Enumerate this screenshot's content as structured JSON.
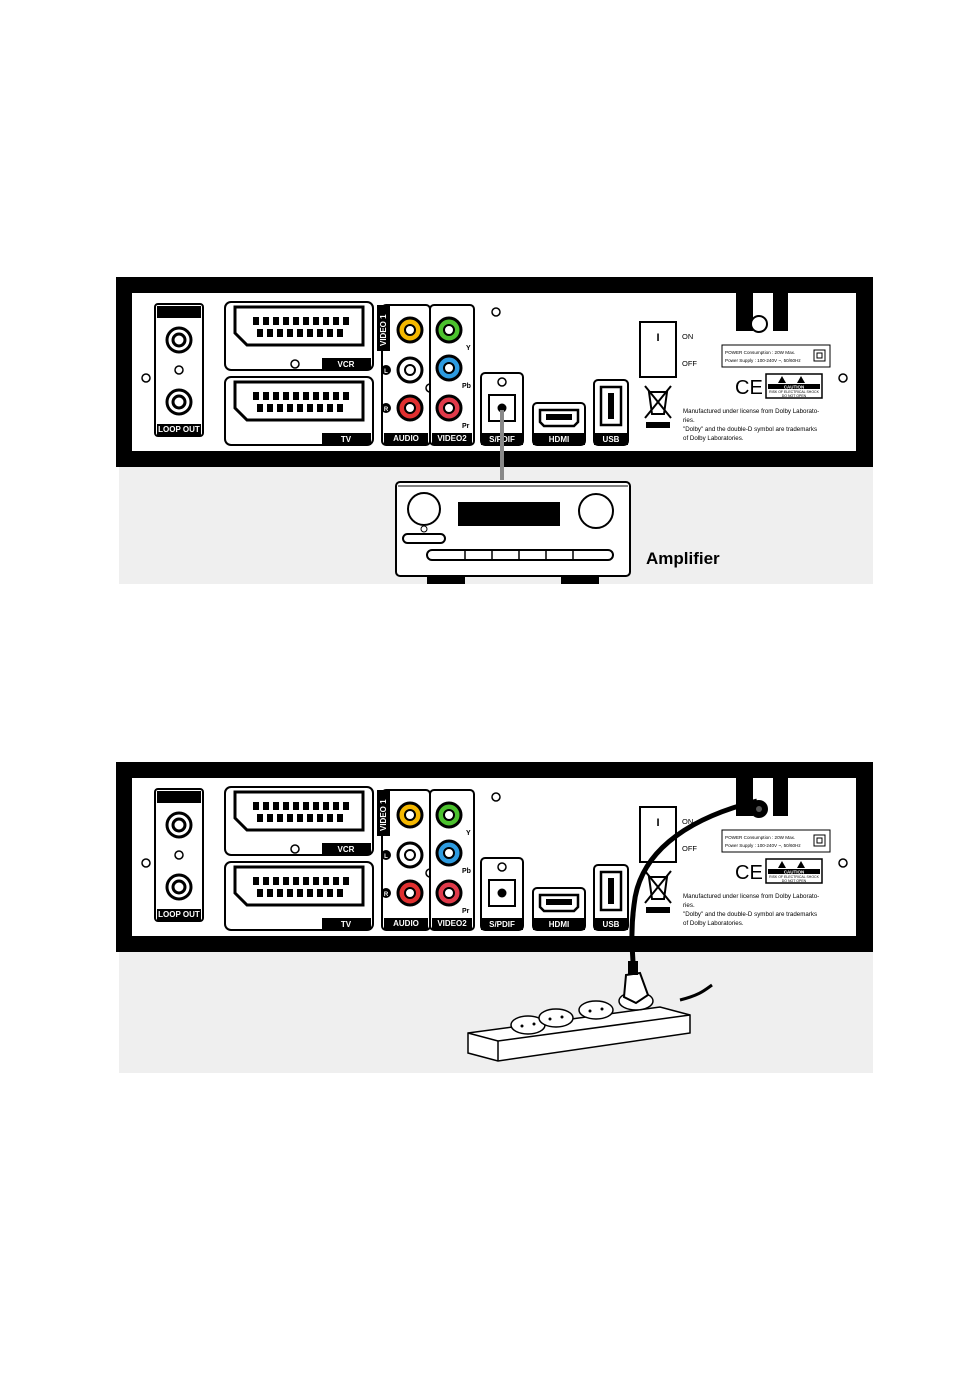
{
  "panel": {
    "loop_out": "LOOP OUT",
    "scart_vcr": "VCR",
    "scart_tv": "TV",
    "video1": "VIDEO 1",
    "audio": "AUDIO",
    "video2": "VIDEO2",
    "audio_left": "L",
    "audio_right": "R",
    "comp_y": "Y",
    "comp_pb": "Pb",
    "comp_pr": "Pr",
    "spdif": "S/PDIF",
    "hdmi": "HDMI",
    "usb": "USB",
    "switch_on": "ON",
    "switch_off": "OFF",
    "switch_mark": "I",
    "power_consumption": "POWER Consumption : 20W Max.",
    "power_supply": "Power Supply : 100-240V ~, 50/60Hz",
    "ce": "CE",
    "caution_title": "CAUTION",
    "caution_line1": "RISK OF ELECTRICAL SHOCK",
    "caution_line2": "DO NOT OPEN",
    "dolby_1": "Manufactured under license from Dolby Laborato-",
    "dolby_2": "ries.",
    "dolby_3": "\"Dolby\" and the double-D symbol are trademarks",
    "dolby_4": "of Dolby Laboratories."
  },
  "amplifier": {
    "label": "Amplifier"
  },
  "colors": {
    "video_yellow": "#f5b800",
    "audio_white": "#ffffff",
    "audio_red": "#e03030",
    "comp_green": "#4cc22e",
    "comp_blue": "#2d9be0",
    "comp_red": "#e03a4a",
    "frame": "#000000",
    "shade": "#efefef"
  }
}
